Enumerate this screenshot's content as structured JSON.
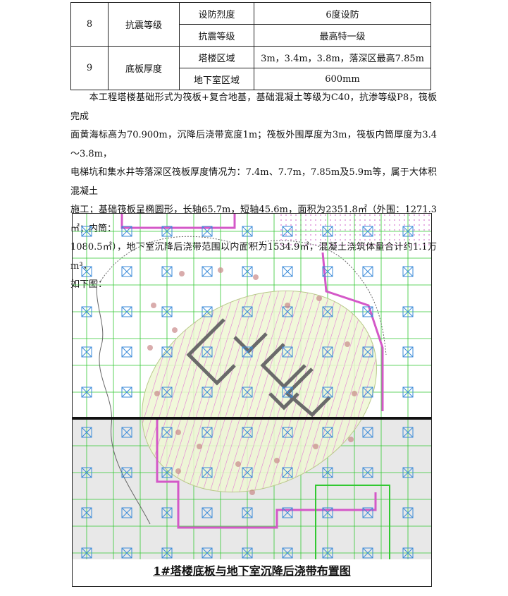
{
  "table": {
    "rows": [
      {
        "num": "8",
        "item": "抗震等级",
        "subs": [
          {
            "label": "设防烈度",
            "value": "6度设防"
          },
          {
            "label": "抗震等级",
            "value": "最高特一级"
          }
        ]
      },
      {
        "num": "9",
        "item": "底板厚度",
        "subs": [
          {
            "label": "塔楼区域",
            "value": "3m，3.4m，3.8m，落深区最高7.85m"
          },
          {
            "label": "地下室区域",
            "value": "600mm"
          }
        ]
      }
    ]
  },
  "paragraph": {
    "lines": [
      "　　本工程塔楼基础形式为筏板+复合地基，基础混凝土等级为C40，抗渗等级P8，筏板完成",
      "面黄海标高为70.900m，沉降后浇带宽度1m；筏板外围厚度为3m，筏板内筒厚度为3.4～3.8m，",
      "电梯坑和集水井等落深区筏板厚度情况为：7.4m、7.7m，7.85m及5.9m等，属于大体积混凝土",
      "施工；基础筏板呈椭圆形，长轴65.7m，短轴45.6m，面积为2351.8㎡（外围：1271.3㎡；内筒：",
      "1080.5㎡），地下室沉降后浇带范围以内面积为1534.9㎡，混凝土浇筑体量合计约1.1万m³，",
      "如下图："
    ]
  },
  "figure": {
    "caption": "1#塔楼底板与地下室沉降后浇带布置图",
    "colors": {
      "hatch": "#e27ad6",
      "grid": "#32c832",
      "ellipse_fill": "#eef7d4",
      "gray_zone": "#e8e8e8",
      "core": "#6a6a6a"
    }
  }
}
